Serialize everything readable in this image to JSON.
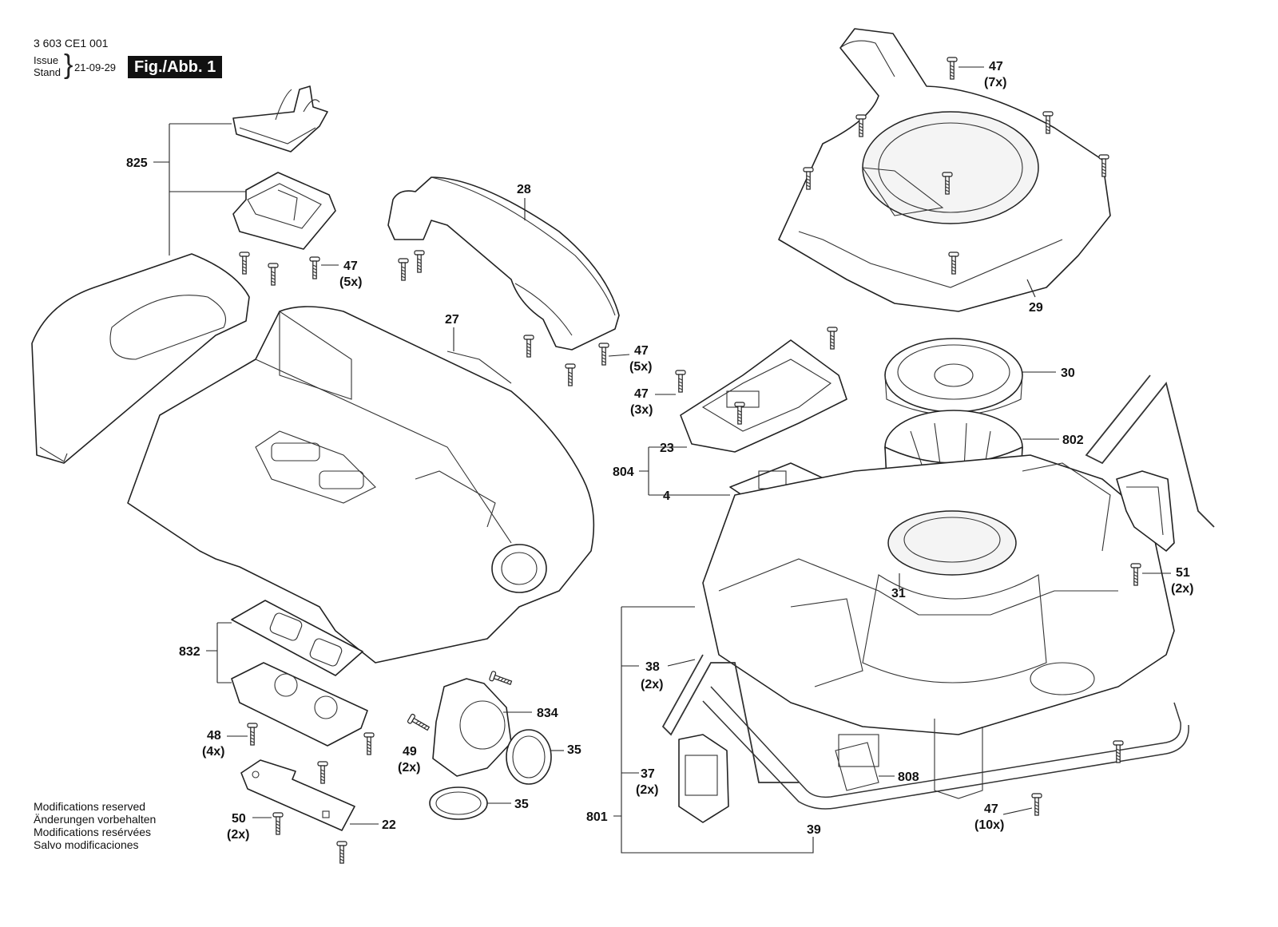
{
  "header": {
    "doc_number": "3 603 CE1 001",
    "issue_label": "Issue",
    "stand_label": "Stand",
    "issue_date": "21-09-29",
    "figure_label": "Fig./Abb. 1"
  },
  "notes": [
    "Modifications reserved",
    "Änderungen vorbehalten",
    "Modifications resérvées",
    "Salvo modificaciones"
  ],
  "callouts": {
    "c825": "825",
    "c47_5x_a": "47",
    "c47_5x_a_q": "(5x)",
    "c28": "28",
    "c27": "27",
    "c47_5x_b": "47",
    "c47_5x_b_q": "(5x)",
    "c47_7x": "47",
    "c47_7x_q": "(7x)",
    "c29": "29",
    "c30": "30",
    "c802": "802",
    "c47_3x": "47",
    "c47_3x_q": "(3x)",
    "c23": "23",
    "c804": "804",
    "c4": "4",
    "c31": "31",
    "c51": "51",
    "c51_q": "(2x)",
    "c832": "832",
    "c48": "48",
    "c48_q": "(4x)",
    "c834": "834",
    "c35_a": "35",
    "c35_b": "35",
    "c49": "49",
    "c49_q": "(2x)",
    "c50": "50",
    "c50_q": "(2x)",
    "c22": "22",
    "c38": "38",
    "c38_q": "(2x)",
    "c37": "37",
    "c37_q": "(2x)",
    "c801": "801",
    "c808": "808",
    "c39": "39",
    "c47_10x": "47",
    "c47_10x_q": "(10x)"
  },
  "colors": {
    "line": "#222222",
    "background": "#ffffff",
    "figure_label_bg": "#111111",
    "figure_label_fg": "#ffffff"
  },
  "icons": {
    "screw": "screw-icon"
  }
}
